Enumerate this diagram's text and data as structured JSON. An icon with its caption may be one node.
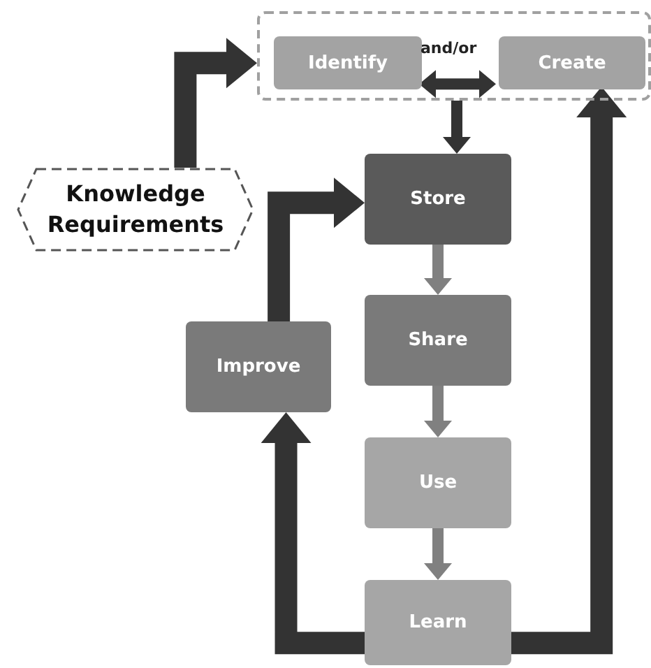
{
  "diagram": {
    "nodes": [
      {
        "text": [],
        "shape": "box"
      },
      {
        "text": [
          "Identify"
        ],
        "in": 0
      },
      {
        "text": [
          "Create"
        ],
        "in": 0
      },
      {
        "text": [
          "Knowledge Requirements"
        ]
      },
      {
        "text": [
          "Store"
        ]
      },
      {
        "text": [
          "Share"
        ]
      },
      {
        "text": [
          "Use"
        ]
      },
      {
        "text": [
          "Learn"
        ]
      },
      {
        "text": [
          "Improve"
        ]
      }
    ],
    "edges": [
      {
        "from": 3,
        "to": 0,
        "arrow": "to",
        "style": "thick"
      },
      {
        "from": 1,
        "to": 2,
        "arrow": "both"
      },
      {
        "from": 0,
        "to": 4,
        "arrow": "to"
      },
      {
        "from": 8,
        "to": 4,
        "arrow": "to",
        "style": "thick"
      },
      {
        "from": 4,
        "to": 5,
        "arrow": "to",
        "color": "#808080"
      },
      {
        "from": 5,
        "to": 6,
        "arrow": "to",
        "color": "#808080"
      },
      {
        "from": 6,
        "to": 7,
        "arrow": "to",
        "color": "#808080"
      },
      {
        "from": 7,
        "to": 8,
        "arrow": "to",
        "style": "thick"
      },
      {
        "from": 7,
        "to": 2,
        "arrow": "to",
        "style": "thick"
      }
    ],
    "labels": [
      "and/or"
    ]
  }
}
